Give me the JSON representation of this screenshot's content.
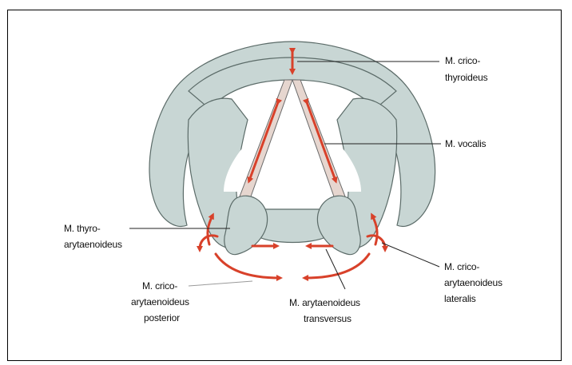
{
  "labels": {
    "cricothyroideus_1": "M. crico-",
    "cricothyroideus_2": "thyroideus",
    "vocalis": "M. vocalis",
    "thyroarytaenoideus_1": "M. thyro-",
    "thyroarytaenoideus_2": "arytaenoideus",
    "cricoarytaenoideus_lateralis_1": "M. crico-",
    "cricoarytaenoideus_lateralis_2": "arytaenoideus",
    "cricoarytaenoideus_lateralis_3": "lateralis",
    "cricoarytaenoideus_posterior_1": "M. crico-",
    "cricoarytaenoideus_posterior_2": "arytaenoideus",
    "cricoarytaenoideus_posterior_3": "posterior",
    "arytaenoideus_transversus_1": "M. arytaenoideus",
    "arytaenoideus_transversus_2": "transversus"
  },
  "colors": {
    "cartilage": "#c8d6d4",
    "vocal_cord": "#e6d6cf",
    "muscle_arrow": "#d8412a"
  }
}
